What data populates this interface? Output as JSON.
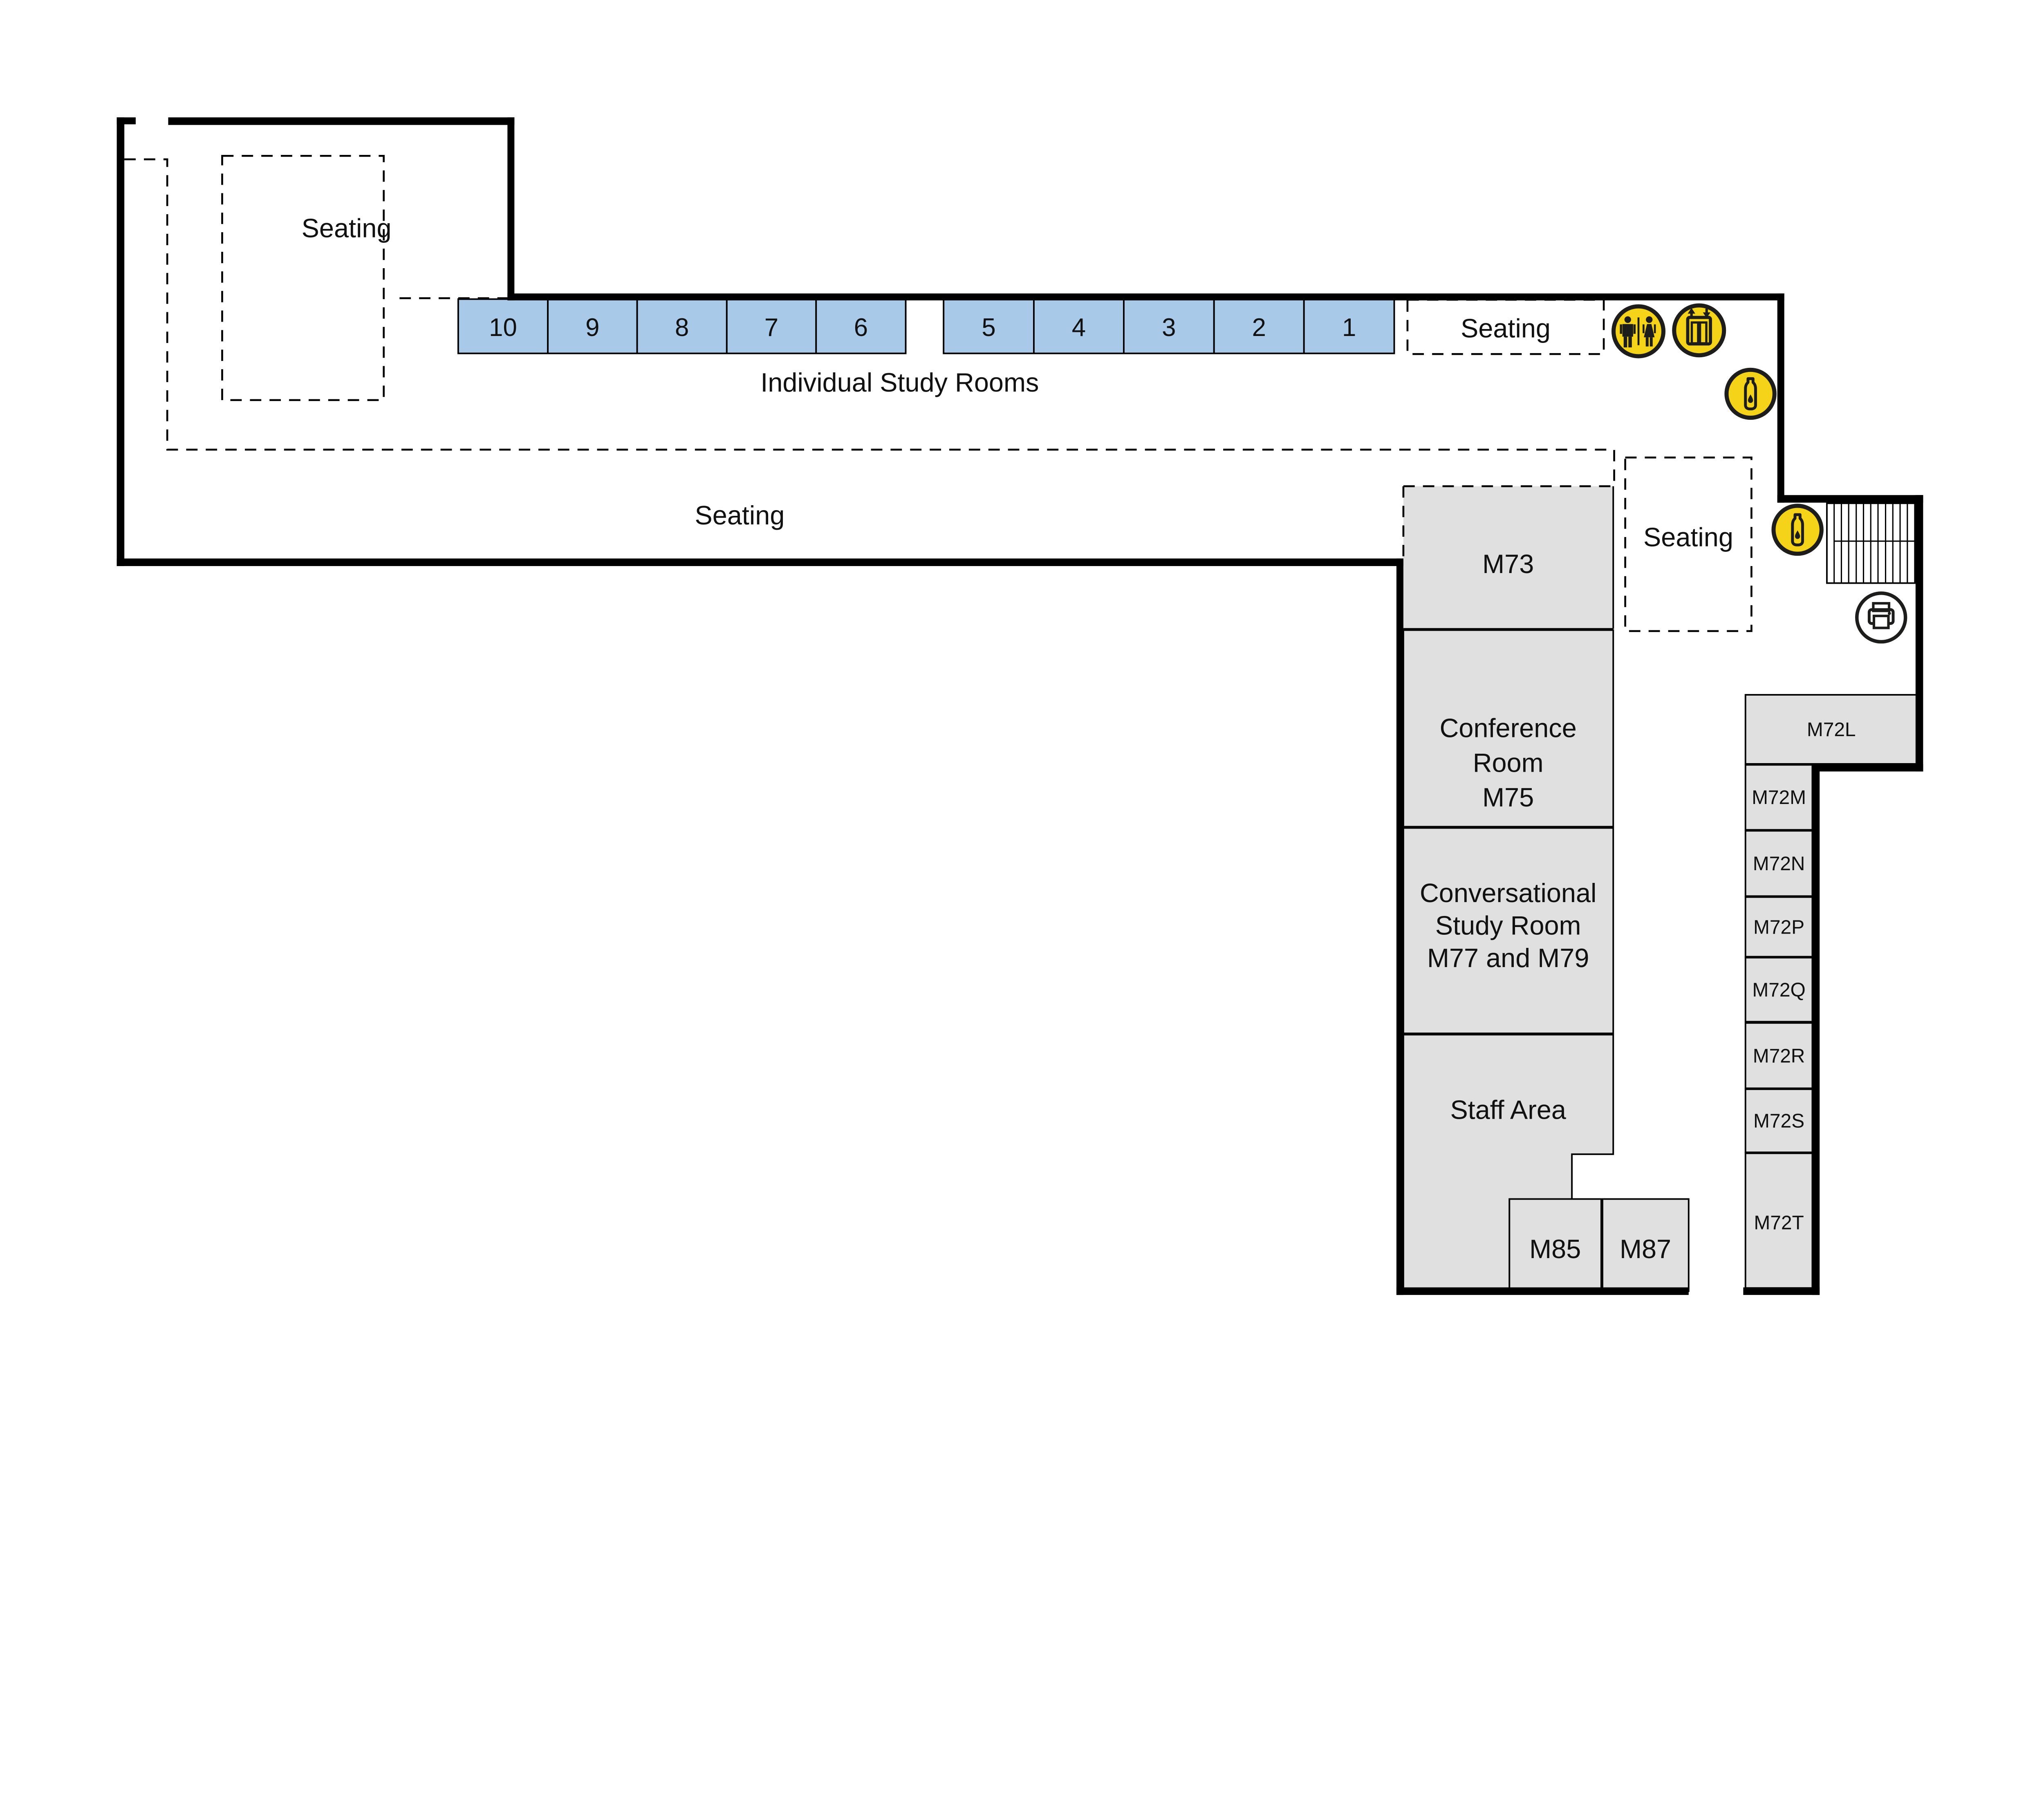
{
  "floor_plan": {
    "colors": {
      "wall": "#000000",
      "study_room_fill": "#a9c9e9",
      "room_fill": "#e0e0e0",
      "icon_yellow": "#f5d318",
      "icon_outline": "#1d1d1b",
      "text": "#111111"
    },
    "seating_areas": {
      "top_left": "Seating",
      "main": "Seating",
      "by_study_rooms": "Seating",
      "by_m73": "Seating"
    },
    "individual_study_rooms": {
      "caption": "Individual Study Rooms",
      "left_group": [
        "10",
        "9",
        "8",
        "7",
        "6"
      ],
      "right_group": [
        "5",
        "4",
        "3",
        "2",
        "1"
      ]
    },
    "rooms": {
      "m73": "M73",
      "conference": [
        "Conference",
        "Room",
        "M75"
      ],
      "conversational": [
        "Conversational",
        "Study Room",
        "M77 and M79"
      ],
      "staff_area": "Staff Area",
      "m85": "M85",
      "m87": "M87",
      "m72l": "M72L",
      "m72_column": [
        "M72M",
        "M72N",
        "M72P",
        "M72Q",
        "M72R",
        "M72S",
        "M72T"
      ]
    },
    "icons": {
      "restroom": "restroom-icon",
      "elevator": "elevator-icon",
      "water_bottle_upper": "water-bottle-icon",
      "water_bottle_lower": "water-bottle-icon",
      "printer": "printer-icon",
      "stairs": "stairs-icon"
    }
  }
}
